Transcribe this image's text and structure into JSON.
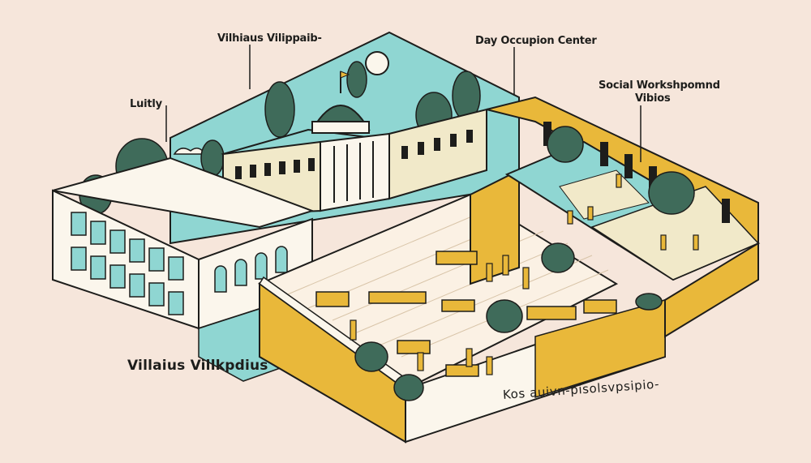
{
  "labels": {
    "top_building": "Vilhiaus Vilippaib-",
    "left_side": "Luitly",
    "day_center": "Day Occupion Center",
    "social_line1": "Social Workshpomnd",
    "social_line2": "Vibios",
    "bottom_left": "Villaius Villkpdius",
    "bottom_right": "Kos auivn-pisolsvpsipio-"
  },
  "colors": {
    "background": "#f6e6db",
    "teal": "#8fd6d2",
    "mustard": "#e9b83a",
    "wall": "#fbf6ec",
    "tree": "#3f6b5a",
    "outline": "#1d1d1b"
  }
}
